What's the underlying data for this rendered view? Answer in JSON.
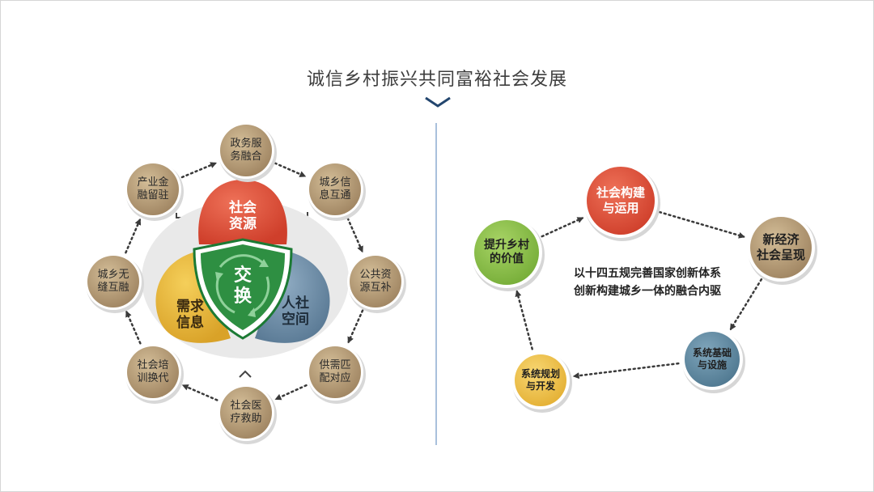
{
  "title": "诚信乡村振兴共同富裕社会发展",
  "colors": {
    "brown": "#b39a72",
    "red": "#e0513b",
    "yellow": "#e9b83c",
    "blue": "#6f8fa9",
    "green": "#2a8a3e",
    "lightGreen": "#8cc34a",
    "orange": "#f0c550",
    "steel": "#5f8aa3"
  },
  "left": {
    "cycle": [
      {
        "text": "政务服\n务融合"
      },
      {
        "text": "城乡信\n息互通"
      },
      {
        "text": "公共资\n源互补"
      },
      {
        "text": "供需匹\n配对应"
      },
      {
        "text": "社会医\n疗救助"
      },
      {
        "text": "社会培\n训换代"
      },
      {
        "text": "城乡无\n缝互融"
      },
      {
        "text": "产业金\n融留驻"
      }
    ],
    "petals": {
      "top": "社会\n资源",
      "left": "需求\n信息",
      "right": "人社\n空间"
    },
    "center": "交\n换"
  },
  "right": {
    "nodes": [
      {
        "text": "社会构建\n与运用",
        "color": "red"
      },
      {
        "text": "新经济\n社会呈现",
        "color": "brown"
      },
      {
        "text": "系统基础\n与设施",
        "color": "steel"
      },
      {
        "text": "系统规划\n与开发",
        "color": "orange"
      },
      {
        "text": "提升乡村\n的价值",
        "color": "lightGreen"
      }
    ],
    "center_lines": [
      "以十四五规完善国家创新体系",
      "创新构建城乡一体的融合内驱"
    ]
  }
}
